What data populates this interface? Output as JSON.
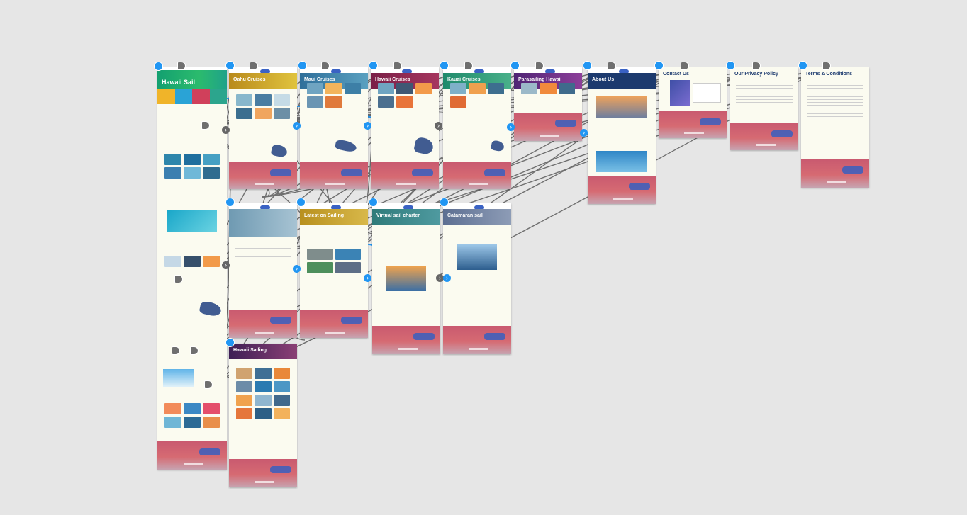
{
  "boards": [
    {
      "id": "hawaii-sail",
      "title": "Hawaii Sail",
      "banner": "#1aa36b"
    },
    {
      "id": "oahu-cruises",
      "title": "Oahu Cruises",
      "banner": "#c7a21a"
    },
    {
      "id": "maui-cruises",
      "title": "Maui Cruises",
      "banner": "#3d7fa6"
    },
    {
      "id": "hawaii-cruises",
      "title": "Hawaii Cruises",
      "banner": "#8c2a54"
    },
    {
      "id": "kauai-cruises",
      "title": "Kauai Cruises",
      "banner": "#2b8c6a"
    },
    {
      "id": "parasailing-hawaii",
      "title": "Parasailing Hawaii",
      "banner": "#6d3188"
    },
    {
      "id": "about-us",
      "title": "About Us",
      "banner": "#1c3a6e"
    },
    {
      "id": "contact-us",
      "title": "Contact Us",
      "banner": "#fbfbf0"
    },
    {
      "id": "privacy-policy",
      "title": "Our Privacy Policy",
      "banner": "#fbfbf0"
    },
    {
      "id": "terms",
      "title": "Terms & Conditions",
      "banner": "#fbfbf0"
    },
    {
      "id": "blog-1",
      "title": "",
      "banner": "#7aa0b5"
    },
    {
      "id": "latest-sailing",
      "title": "Latest on Sailing",
      "banner": "#c7a21a"
    },
    {
      "id": "virtual-sail",
      "title": "Virtual sail charter",
      "banner": "#2f7b7a"
    },
    {
      "id": "catamaran",
      "title": "Catamaran sail",
      "banner": "#6d7d9a"
    },
    {
      "id": "hawaii-sailing",
      "title": "Hawaii Sailing",
      "banner": "#5a2a66"
    }
  ],
  "colors": {
    "canvas": "#e6e6e6",
    "connector_gray": "#6f6f6f",
    "connector_blue": "#2196f3",
    "footer": "#cf5f72"
  }
}
